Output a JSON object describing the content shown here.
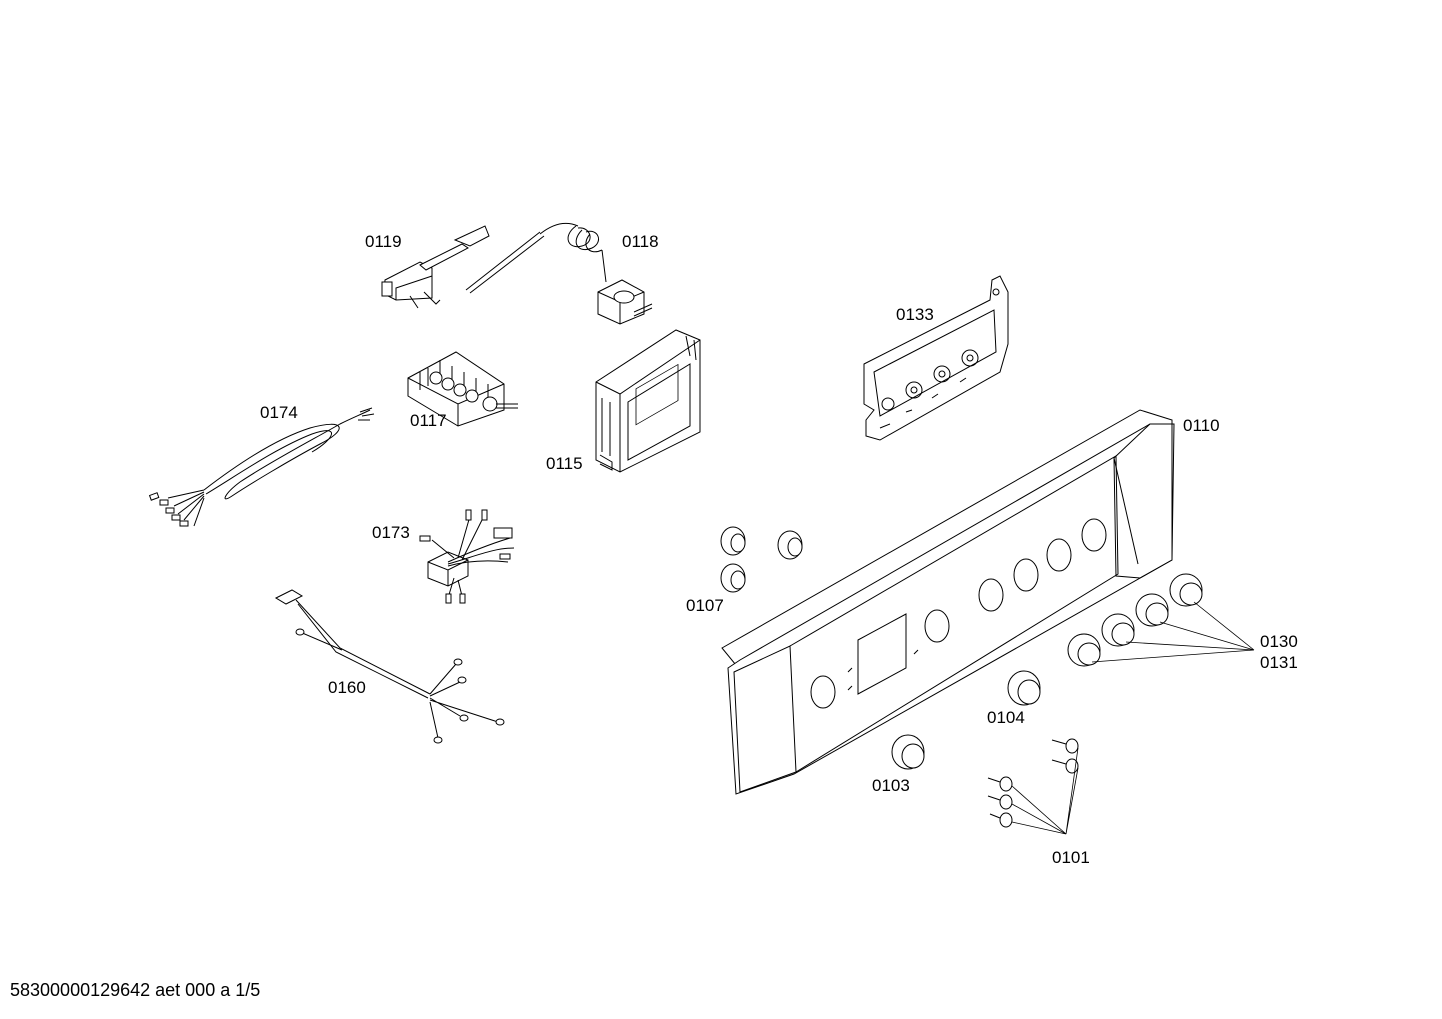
{
  "labels": {
    "p0119": "0119",
    "p0118": "0118",
    "p0133": "0133",
    "p0174": "0174",
    "p0117": "0117",
    "p0115": "0115",
    "p0110": "0110",
    "p0173": "0173",
    "p0107": "0107",
    "p0130": "0130",
    "p0131": "0131",
    "p0160": "0160",
    "p0104": "0104",
    "p0103": "0103",
    "p0101": "0101"
  },
  "footer": "58300000129642 aet 000 a 1/5"
}
